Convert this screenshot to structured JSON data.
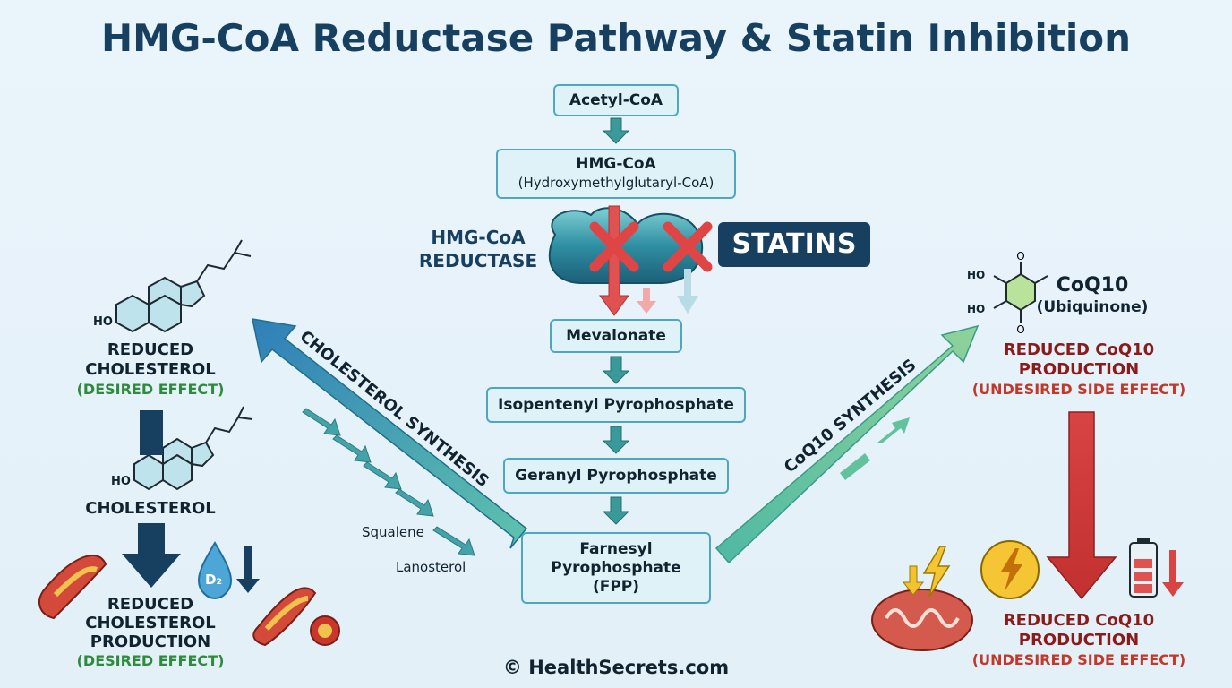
{
  "title": "HMG-CoA Reductase Pathway & Statin Inhibition",
  "pathway": {
    "acetyl_coa": "Acetyl-CoA",
    "hmg_coa": "HMG-CoA",
    "hmg_coa_full": "(Hydroxymethylglutaryl-CoA)",
    "enzyme_line1": "HMG-CoA",
    "enzyme_line2": "REDUCTASE",
    "statins": "STATINS",
    "mevalonate": "Mevalonate",
    "ipp": "Isopentenyl Pyrophosphate",
    "gpp": "Geranyl Pyrophosphate",
    "fpp_line1": "Farnesyl",
    "fpp_line2": "Pyrophosphate",
    "fpp_line3": "(FPP)"
  },
  "left": {
    "cholesterol_synthesis": "CHOLESTEROL SYNTHESIS",
    "squalene": "Squalene",
    "lanosterol": "Lanosterol",
    "ho_label": "HO",
    "reduced_cholesterol_1": "REDUCED",
    "reduced_cholesterol_2": "CHOLESTEROL",
    "desired_1": "(DESIRED EFFECT)",
    "cholesterol": "CHOLESTEROL",
    "reduced_prod_1": "REDUCED",
    "reduced_prod_2": "CHOLESTEROL",
    "reduced_prod_3": "PRODUCTION",
    "desired_2": "(DESIRED EFFECT)",
    "vitd_label": "D₂"
  },
  "right": {
    "coq10_synthesis": "CoQ10 SYNTHESIS",
    "coq10": "CoQ10",
    "ubiquinone": "(Ubiquinone)",
    "ho1": "HO",
    "ho2": "HO",
    "reduced_coq_1a": "REDUCED CoQ10",
    "reduced_coq_1b": "PRODUCTION",
    "undesired_1": "(UNDESIRED SIDE EFFECT)",
    "reduced_coq_2a": "REDUCED CoQ10",
    "reduced_coq_2b": "PRODUCTION",
    "undesired_2": "(UNDESIRED SIDE EFFECT)"
  },
  "footer": "© HealthSecrets.com",
  "colors": {
    "navy": "#173f5f",
    "teal_arrow": "#3a9a9a",
    "red_arrow": "#d84343",
    "green_text": "#2e8b3d",
    "dark_red_text": "#8b1a1a"
  }
}
